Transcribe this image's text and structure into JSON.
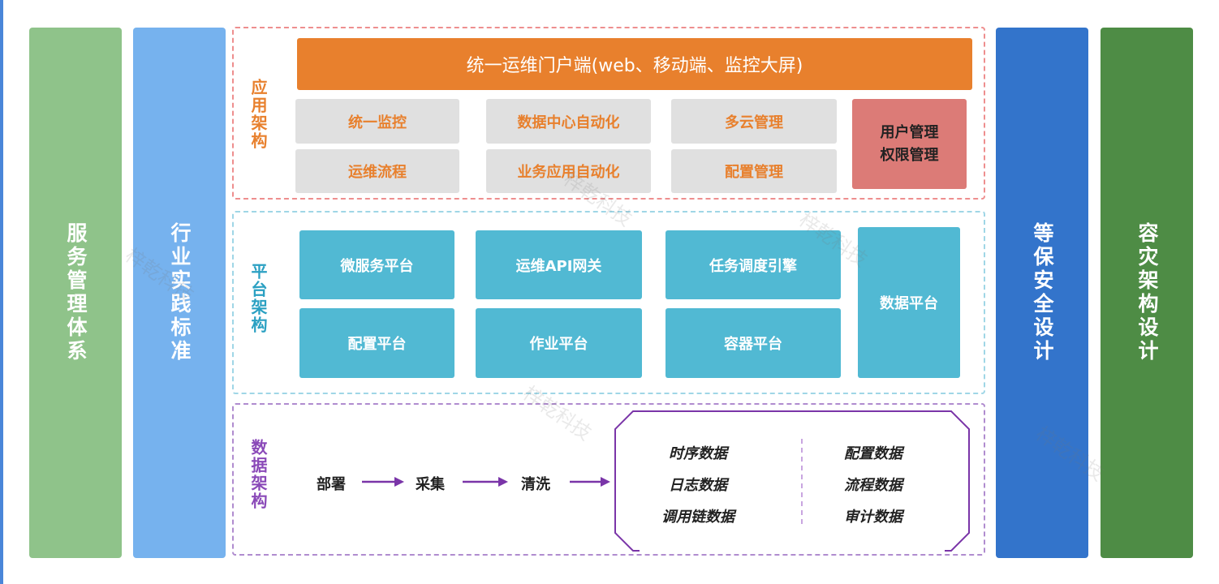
{
  "pillars": {
    "service": "服务管理体系",
    "industry": "行业实践标准",
    "security": "等保安全设计",
    "disaster": "容灾架构设计"
  },
  "app": {
    "label": "应用架构",
    "portal": "统一运维门户端(web、移动端、监控大屏)",
    "boxes": [
      "统一监控",
      "数据中心自动化",
      "多云管理",
      "运维流程",
      "业务应用自动化",
      "配置管理"
    ],
    "user_mgmt": [
      "用户管理",
      "权限管理"
    ]
  },
  "platform": {
    "label": "平台架构",
    "boxes": [
      "微服务平台",
      "运维API网关",
      "任务调度引擎",
      "配置平台",
      "作业平台",
      "容器平台"
    ],
    "data_platform": "数据平台"
  },
  "data": {
    "label": "数据架构",
    "flow": [
      "部署",
      "采集",
      "清洗"
    ],
    "left_items": [
      "时序数据",
      "日志数据",
      "调用链数据"
    ],
    "right_items": [
      "配置数据",
      "流程数据",
      "审计数据"
    ]
  },
  "watermark": "梓乾科技",
  "colors": {
    "service": "#8fc38a",
    "industry": "#76b2ee",
    "security": "#3374cb",
    "disaster": "#4e8c45",
    "portal": "#e8802d",
    "app_text": "#e8802d",
    "user_box": "#dc7b77",
    "platform_box": "#51b9d3",
    "app_border": "#ee8e8e",
    "platform_border": "#9fd6e6",
    "data_border": "#b08ccf",
    "data_label": "#8a49b8",
    "arrow": "#7a35a8"
  }
}
